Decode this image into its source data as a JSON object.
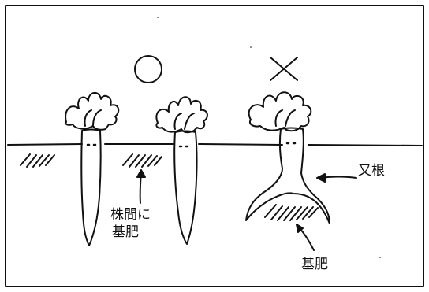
{
  "labels": {
    "fertilizer_between_line1": "株間に",
    "fertilizer_between_line2": "基肥",
    "forked_root": "又根",
    "fertilizer_base": "基肥"
  },
  "marks": {
    "good": "circle-symbol",
    "bad": "cross-symbol"
  },
  "colors": {
    "ink": "#111111",
    "background": "#ffffff"
  }
}
